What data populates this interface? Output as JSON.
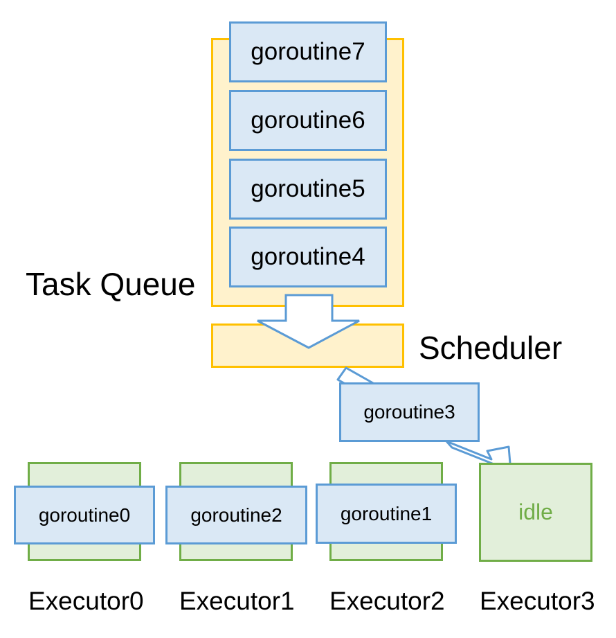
{
  "task_queue": {
    "label": "Task Queue",
    "items": [
      "goroutine7",
      "goroutine6",
      "goroutine5",
      "goroutine4"
    ]
  },
  "scheduler": {
    "label": "Scheduler",
    "dispatching": "goroutine3"
  },
  "executors": [
    {
      "name": "Executor0",
      "content": "goroutine0"
    },
    {
      "name": "Executor1",
      "content": "goroutine2"
    },
    {
      "name": "Executor2",
      "content": "goroutine1"
    },
    {
      "name": "Executor3",
      "content": "idle"
    }
  ],
  "colors": {
    "queue_fill": "#fff2cc",
    "queue_border": "#ffc000",
    "goroutine_fill": "#dae8f5",
    "goroutine_border": "#5b9bd5",
    "executor_fill": "#e2efda",
    "executor_border": "#70ad47",
    "idle_text": "#70ad47"
  }
}
